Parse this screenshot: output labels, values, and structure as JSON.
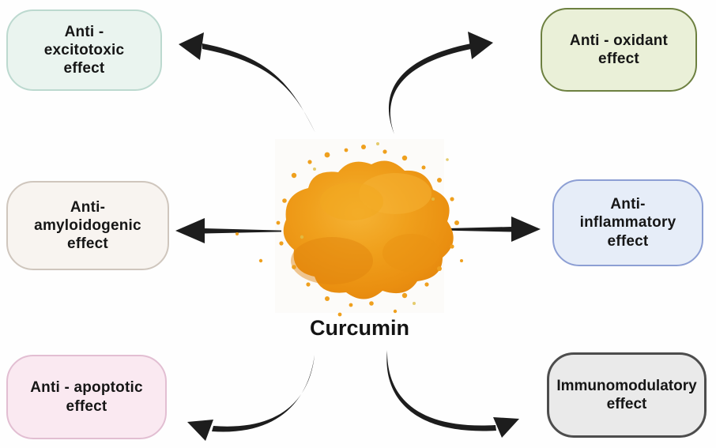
{
  "diagram": {
    "center": {
      "label": "Curcumin",
      "image": "curcumin-powder-pile",
      "powder_colors": {
        "main": "#f0a01c",
        "dark": "#e1830d",
        "light": "#f7c24d"
      }
    },
    "arrow_color": "#1d1d1d",
    "effects": {
      "top_left": {
        "label": "Anti -\nexcitotoxic\neffect",
        "fill": "#eaf4ef",
        "border": "#bcd9cf"
      },
      "top_right": {
        "label": "Anti - oxidant\neffect",
        "fill": "#eaf0d8",
        "border": "#6d8040"
      },
      "mid_left": {
        "label": "Anti-\namyloidogenic\neffect",
        "fill": "#f8f4f0",
        "border": "#cfc6bd"
      },
      "mid_right": {
        "label": "Anti-\ninflammatory\neffect",
        "fill": "#e6edf8",
        "border": "#8d9fd4"
      },
      "bottom_left": {
        "label": "Anti - apoptotic\neffect",
        "fill": "#fae9f1",
        "border": "#e2bed2"
      },
      "bottom_right": {
        "label": "Immunomodulatory\neffect",
        "fill": "#eaeaea",
        "border": "#4d4d4d"
      }
    }
  }
}
